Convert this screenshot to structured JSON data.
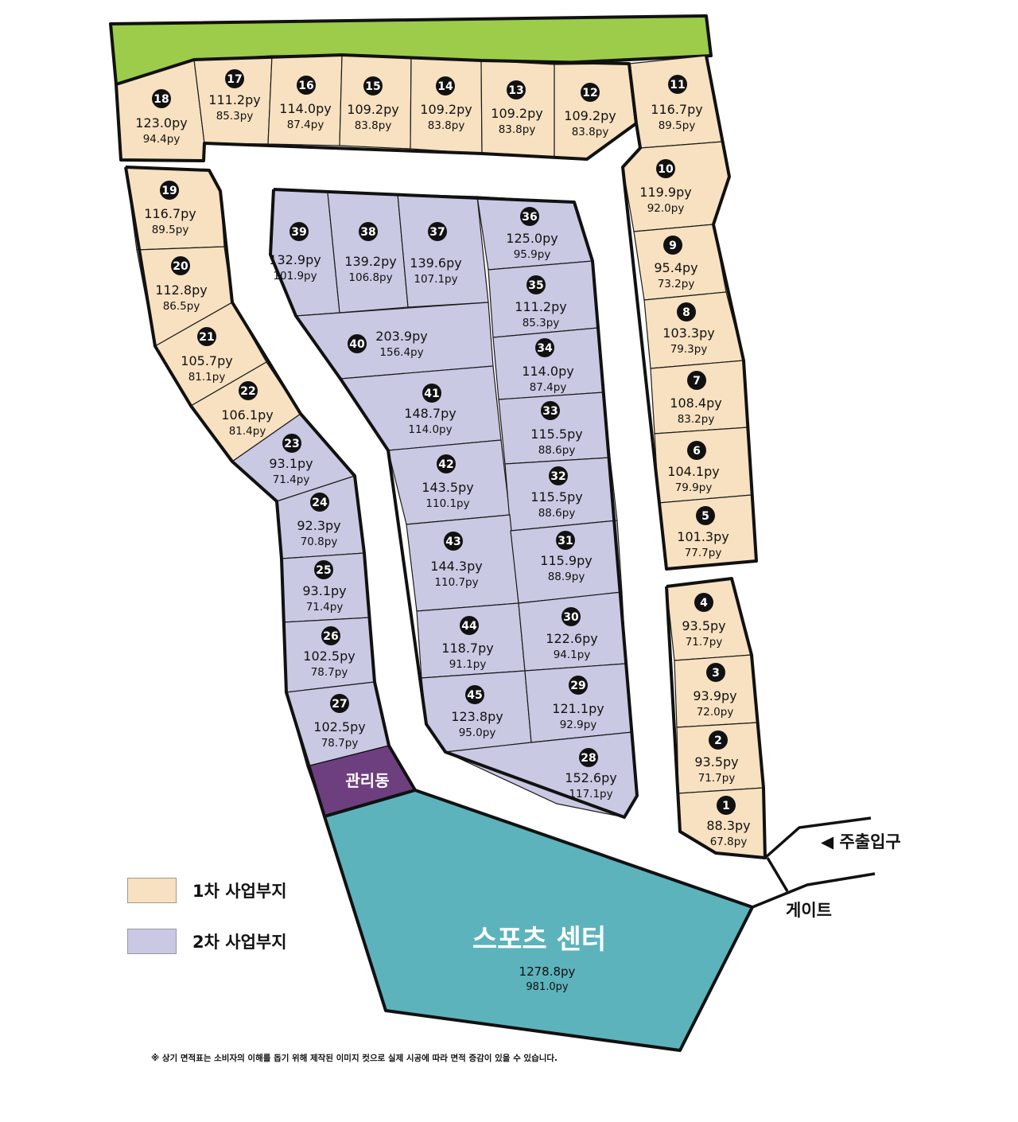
{
  "colors": {
    "phase1": "#f8e1c0",
    "phase2": "#c9c9e4",
    "sports": "#5db3bc",
    "office": "#6e3f7f",
    "green": "#9ccc49"
  },
  "legend": {
    "phase1": "1차 사업부지",
    "phase2": "2차 사업부지"
  },
  "labels": {
    "gate": "게이트",
    "entrance": "◀ 주출입구",
    "office": "관리동",
    "sports_title": "스포츠 센터",
    "sports_area": "1278.8py",
    "sports_net": "981.0py"
  },
  "note": "※ 상기 면적표는 소비자의 이해를 돕기 위해 제작된 이미지 컷으로 실제 시공에 따라 면적 증감이 있을 수 있습니다.",
  "lots": [
    {
      "no": "1",
      "area": "88.3py",
      "net": "67.8py",
      "phase": 1
    },
    {
      "no": "2",
      "area": "93.5py",
      "net": "71.7py",
      "phase": 1
    },
    {
      "no": "3",
      "area": "93.9py",
      "net": "72.0py",
      "phase": 1
    },
    {
      "no": "4",
      "area": "93.5py",
      "net": "71.7py",
      "phase": 1
    },
    {
      "no": "5",
      "area": "101.3py",
      "net": "77.7py",
      "phase": 1
    },
    {
      "no": "6",
      "area": "104.1py",
      "net": "79.9py",
      "phase": 1
    },
    {
      "no": "7",
      "area": "108.4py",
      "net": "83.2py",
      "phase": 1
    },
    {
      "no": "8",
      "area": "103.3py",
      "net": "79.3py",
      "phase": 1
    },
    {
      "no": "9",
      "area": "95.4py",
      "net": "73.2py",
      "phase": 1
    },
    {
      "no": "10",
      "area": "119.9py",
      "net": "92.0py",
      "phase": 1
    },
    {
      "no": "11",
      "area": "116.7py",
      "net": "89.5py",
      "phase": 1
    },
    {
      "no": "12",
      "area": "109.2py",
      "net": "83.8py",
      "phase": 1
    },
    {
      "no": "13",
      "area": "109.2py",
      "net": "83.8py",
      "phase": 1
    },
    {
      "no": "14",
      "area": "109.2py",
      "net": "83.8py",
      "phase": 1
    },
    {
      "no": "15",
      "area": "109.2py",
      "net": "83.8py",
      "phase": 1
    },
    {
      "no": "16",
      "area": "114.0py",
      "net": "87.4py",
      "phase": 1
    },
    {
      "no": "17",
      "area": "111.2py",
      "net": "85.3py",
      "phase": 1
    },
    {
      "no": "18",
      "area": "123.0py",
      "net": "94.4py",
      "phase": 1
    },
    {
      "no": "19",
      "area": "116.7py",
      "net": "89.5py",
      "phase": 1
    },
    {
      "no": "20",
      "area": "112.8py",
      "net": "86.5py",
      "phase": 1
    },
    {
      "no": "21",
      "area": "105.7py",
      "net": "81.1py",
      "phase": 1
    },
    {
      "no": "22",
      "area": "106.1py",
      "net": "81.4py",
      "phase": 1
    },
    {
      "no": "23",
      "area": "93.1py",
      "net": "71.4py",
      "phase": 2
    },
    {
      "no": "24",
      "area": "92.3py",
      "net": "70.8py",
      "phase": 2
    },
    {
      "no": "25",
      "area": "93.1py",
      "net": "71.4py",
      "phase": 2
    },
    {
      "no": "26",
      "area": "102.5py",
      "net": "78.7py",
      "phase": 2
    },
    {
      "no": "27",
      "area": "102.5py",
      "net": "78.7py",
      "phase": 2
    },
    {
      "no": "28",
      "area": "152.6py",
      "net": "117.1py",
      "phase": 2
    },
    {
      "no": "29",
      "area": "121.1py",
      "net": "92.9py",
      "phase": 2
    },
    {
      "no": "30",
      "area": "122.6py",
      "net": "94.1py",
      "phase": 2
    },
    {
      "no": "31",
      "area": "115.9py",
      "net": "88.9py",
      "phase": 2
    },
    {
      "no": "32",
      "area": "115.5py",
      "net": "88.6py",
      "phase": 2
    },
    {
      "no": "33",
      "area": "115.5py",
      "net": "88.6py",
      "phase": 2
    },
    {
      "no": "34",
      "area": "114.0py",
      "net": "87.4py",
      "phase": 2
    },
    {
      "no": "35",
      "area": "111.2py",
      "net": "85.3py",
      "phase": 2
    },
    {
      "no": "36",
      "area": "125.0py",
      "net": "95.9py",
      "phase": 2
    },
    {
      "no": "37",
      "area": "139.6py",
      "net": "107.1py",
      "phase": 2
    },
    {
      "no": "38",
      "area": "139.2py",
      "net": "106.8py",
      "phase": 2
    },
    {
      "no": "39",
      "area": "132.9py",
      "net": "101.9py",
      "phase": 2
    },
    {
      "no": "40",
      "area": "203.9py",
      "net": "156.4py",
      "phase": 2
    },
    {
      "no": "41",
      "area": "148.7py",
      "net": "114.0py",
      "phase": 2
    },
    {
      "no": "42",
      "area": "143.5py",
      "net": "110.1py",
      "phase": 2
    },
    {
      "no": "43",
      "area": "144.3py",
      "net": "110.7py",
      "phase": 2
    },
    {
      "no": "44",
      "area": "118.7py",
      "net": "91.1py",
      "phase": 2
    },
    {
      "no": "45",
      "area": "123.8py",
      "net": "95.0py",
      "phase": 2
    }
  ]
}
